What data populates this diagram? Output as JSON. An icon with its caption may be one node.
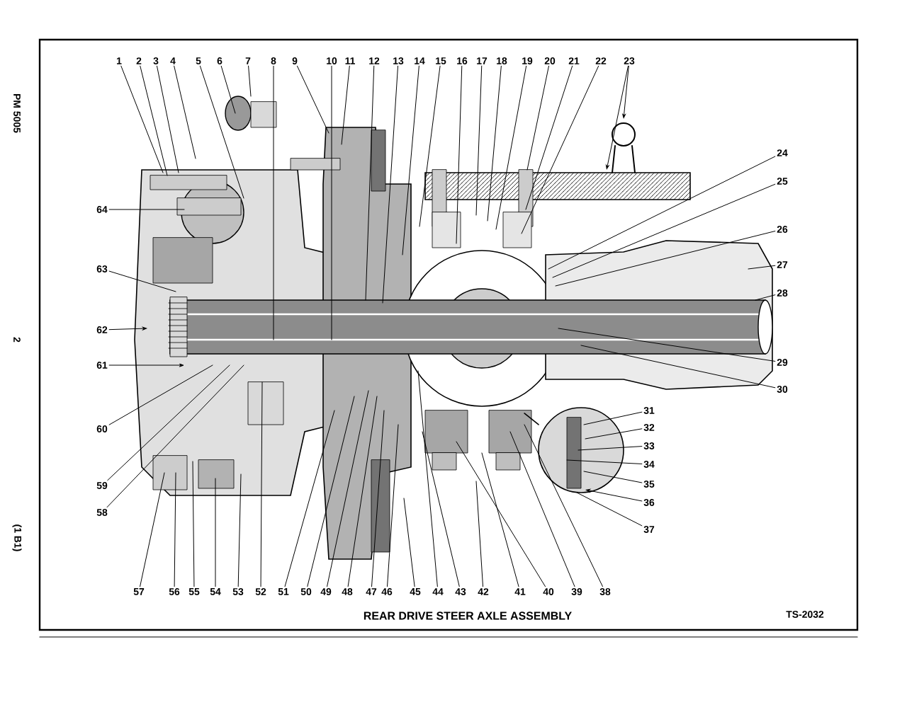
{
  "diagram": {
    "title": "REAR DRIVE STEER AXLE ASSEMBLY",
    "nodes": [
      {
        "text": [
          "1"
        ]
      },
      {
        "text": [
          "2"
        ]
      },
      {
        "text": [
          "3"
        ]
      },
      {
        "text": [
          "4"
        ]
      },
      {
        "text": [
          "5"
        ]
      },
      {
        "text": [
          "6"
        ]
      },
      {
        "text": [
          "7"
        ]
      },
      {
        "text": [
          "8"
        ]
      },
      {
        "text": [
          "9"
        ]
      },
      {
        "text": [
          "10"
        ]
      },
      {
        "text": [
          "11"
        ]
      },
      {
        "text": [
          "12"
        ]
      },
      {
        "text": [
          "13"
        ]
      },
      {
        "text": [
          "14"
        ]
      },
      {
        "text": [
          "15"
        ]
      },
      {
        "text": [
          "16"
        ]
      },
      {
        "text": [
          "17"
        ]
      },
      {
        "text": [
          "18"
        ]
      },
      {
        "text": [
          "19"
        ]
      },
      {
        "text": [
          "20"
        ]
      },
      {
        "text": [
          "21"
        ]
      },
      {
        "text": [
          "22"
        ]
      },
      {
        "text": [
          "23"
        ]
      },
      {
        "text": [
          "24"
        ]
      },
      {
        "text": [
          "25"
        ]
      },
      {
        "text": [
          "26"
        ]
      },
      {
        "text": [
          "27"
        ]
      },
      {
        "text": [
          "28"
        ]
      },
      {
        "text": [
          "29"
        ]
      },
      {
        "text": [
          "30"
        ]
      },
      {
        "text": [
          "31"
        ]
      },
      {
        "text": [
          "32"
        ]
      },
      {
        "text": [
          "33"
        ]
      },
      {
        "text": [
          "34"
        ]
      },
      {
        "text": [
          "35"
        ]
      },
      {
        "text": [
          "36"
        ]
      },
      {
        "text": [
          "37"
        ]
      },
      {
        "text": [
          "38"
        ]
      },
      {
        "text": [
          "39"
        ]
      },
      {
        "text": [
          "40"
        ]
      },
      {
        "text": [
          "41"
        ]
      },
      {
        "text": [
          "42"
        ]
      },
      {
        "text": [
          "43"
        ]
      },
      {
        "text": [
          "44"
        ]
      },
      {
        "text": [
          "45"
        ]
      },
      {
        "text": [
          "46"
        ]
      },
      {
        "text": [
          "47"
        ]
      },
      {
        "text": [
          "48"
        ]
      },
      {
        "text": [
          "49"
        ]
      },
      {
        "text": [
          "50"
        ]
      },
      {
        "text": [
          "51"
        ]
      },
      {
        "text": [
          "52"
        ]
      },
      {
        "text": [
          "53"
        ]
      },
      {
        "text": [
          "54"
        ]
      },
      {
        "text": [
          "55"
        ]
      },
      {
        "text": [
          "56"
        ]
      },
      {
        "text": [
          "57"
        ]
      },
      {
        "text": [
          "58"
        ]
      },
      {
        "text": [
          "59"
        ]
      },
      {
        "text": [
          "60"
        ]
      },
      {
        "text": [
          "61"
        ]
      },
      {
        "text": [
          "62"
        ]
      },
      {
        "text": [
          "63"
        ]
      },
      {
        "text": [
          "64"
        ]
      }
    ],
    "edges": [
      {
        "from": 0,
        "to": null,
        "arrow": "none"
      },
      {
        "from": 1,
        "to": null,
        "arrow": "none"
      },
      {
        "from": 2,
        "to": null,
        "arrow": "none"
      },
      {
        "from": 3,
        "to": null,
        "arrow": "none"
      },
      {
        "from": 4,
        "to": null,
        "arrow": "none"
      },
      {
        "from": 5,
        "to": null,
        "arrow": "none"
      },
      {
        "from": 6,
        "to": null,
        "arrow": "none"
      },
      {
        "from": 7,
        "to": null,
        "arrow": "none"
      },
      {
        "from": 8,
        "to": null,
        "arrow": "none"
      },
      {
        "from": 9,
        "to": null,
        "arrow": "none"
      },
      {
        "from": 10,
        "to": null,
        "arrow": "none"
      },
      {
        "from": 11,
        "to": null,
        "arrow": "none"
      },
      {
        "from": 12,
        "to": null,
        "arrow": "none"
      },
      {
        "from": 13,
        "to": null,
        "arrow": "none"
      },
      {
        "from": 14,
        "to": null,
        "arrow": "none"
      },
      {
        "from": 15,
        "to": null,
        "arrow": "none"
      },
      {
        "from": 16,
        "to": null,
        "arrow": "none"
      },
      {
        "from": 17,
        "to": null,
        "arrow": "none"
      },
      {
        "from": 18,
        "to": null,
        "arrow": "none"
      },
      {
        "from": 19,
        "to": null,
        "arrow": "none"
      },
      {
        "from": 20,
        "to": null,
        "arrow": "none"
      },
      {
        "from": 21,
        "to": null,
        "arrow": "none"
      },
      {
        "from": 22,
        "to": null,
        "arrow": "to"
      },
      {
        "from": 22,
        "to": null,
        "arrow": "to"
      },
      {
        "from": 23,
        "to": null,
        "arrow": "none"
      },
      {
        "from": 24,
        "to": null,
        "arrow": "none"
      },
      {
        "from": 25,
        "to": null,
        "arrow": "none"
      },
      {
        "from": 26,
        "to": null,
        "arrow": "none"
      },
      {
        "from": 27,
        "to": null,
        "arrow": "none"
      },
      {
        "from": 28,
        "to": null,
        "arrow": "none"
      },
      {
        "from": 29,
        "to": null,
        "arrow": "none"
      },
      {
        "from": 30,
        "to": null,
        "arrow": "none"
      },
      {
        "from": 31,
        "to": null,
        "arrow": "none"
      },
      {
        "from": 32,
        "to": null,
        "arrow": "none"
      },
      {
        "from": 33,
        "to": null,
        "arrow": "none"
      },
      {
        "from": 34,
        "to": null,
        "arrow": "none"
      },
      {
        "from": 35,
        "to": null,
        "arrow": "to"
      },
      {
        "from": 36,
        "to": null,
        "arrow": "none"
      },
      {
        "from": 37,
        "to": null,
        "arrow": "none"
      },
      {
        "from": 38,
        "to": null,
        "arrow": "none"
      },
      {
        "from": 39,
        "to": null,
        "arrow": "none"
      },
      {
        "from": 40,
        "to": null,
        "arrow": "none"
      },
      {
        "from": 41,
        "to": null,
        "arrow": "none"
      },
      {
        "from": 42,
        "to": null,
        "arrow": "none"
      },
      {
        "from": 43,
        "to": null,
        "arrow": "none"
      },
      {
        "from": 44,
        "to": null,
        "arrow": "none"
      },
      {
        "from": 45,
        "to": null,
        "arrow": "none"
      },
      {
        "from": 46,
        "to": null,
        "arrow": "none"
      },
      {
        "from": 47,
        "to": null,
        "arrow": "none"
      },
      {
        "from": 48,
        "to": null,
        "arrow": "none"
      },
      {
        "from": 49,
        "to": null,
        "arrow": "none"
      },
      {
        "from": 50,
        "to": null,
        "arrow": "none"
      },
      {
        "from": 51,
        "to": null,
        "arrow": "none"
      },
      {
        "from": 52,
        "to": null,
        "arrow": "none"
      },
      {
        "from": 53,
        "to": null,
        "arrow": "none"
      },
      {
        "from": 54,
        "to": null,
        "arrow": "none"
      },
      {
        "from": 55,
        "to": null,
        "arrow": "none"
      },
      {
        "from": 56,
        "to": null,
        "arrow": "none"
      },
      {
        "from": 57,
        "to": null,
        "arrow": "none"
      },
      {
        "from": 58,
        "to": null,
        "arrow": "none"
      },
      {
        "from": 59,
        "to": null,
        "arrow": "none"
      },
      {
        "from": 60,
        "to": null,
        "arrow": "to"
      },
      {
        "from": 61,
        "to": null,
        "arrow": "to"
      },
      {
        "from": 62,
        "to": null,
        "arrow": "none"
      },
      {
        "from": 63,
        "to": null,
        "arrow": "none"
      }
    ],
    "labels": [
      "PM 5005",
      "2",
      "(1 B1)",
      "TS-2032"
    ]
  }
}
